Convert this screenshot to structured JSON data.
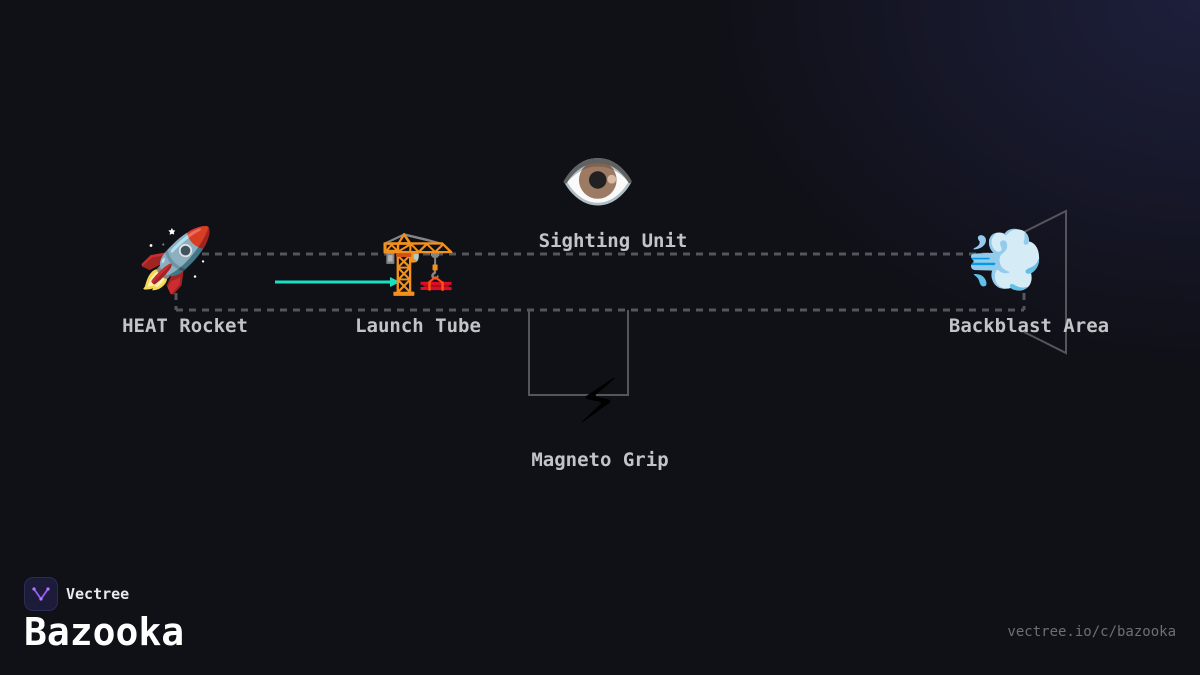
{
  "diagram": {
    "nodes": [
      {
        "id": "heat_rocket",
        "label": "HEAT Rocket",
        "icon": "🚀",
        "icon_name": "rocket-icon"
      },
      {
        "id": "launch_tube",
        "label": "Launch Tube",
        "icon": "🏗️",
        "icon_name": "crane-icon"
      },
      {
        "id": "sighting_unit",
        "label": "Sighting Unit",
        "icon": "👁️",
        "icon_name": "eye-icon"
      },
      {
        "id": "magneto_grip",
        "label": "Magneto Grip",
        "icon": "⚡",
        "icon_name": "lightning-icon"
      },
      {
        "id": "backblast_area",
        "label": "Backblast Area",
        "icon": "💨",
        "icon_name": "wind-dash-icon"
      }
    ],
    "colors": {
      "arrow": "#19e0c0",
      "outline": "#55555c",
      "label": "#c4c4c8"
    }
  },
  "footer": {
    "brand_name": "Vectree",
    "title": "Bazooka",
    "url": "vectree.io/c/bazooka"
  }
}
